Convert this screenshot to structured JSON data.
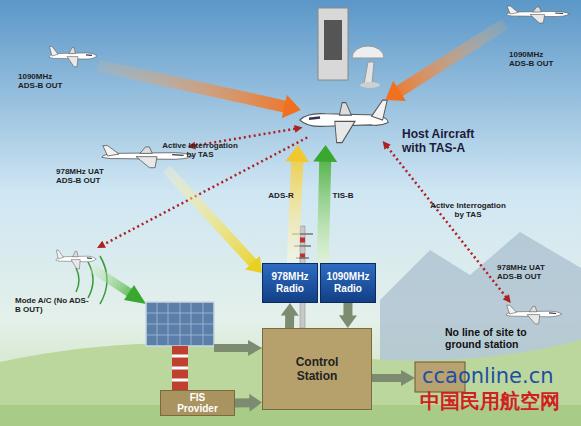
{
  "diagram": {
    "nodes": [
      {
        "text": [
          "1090MHz ADS-B OUT"
        ]
      },
      {
        "text": [
          "1090MHz ADS-B OUT"
        ]
      },
      {
        "text": [
          "Host Aircraft with TAS-A"
        ]
      },
      {
        "text": [
          "978MHz UAT ADS-B OUT"
        ]
      },
      {
        "text": [
          "Mode A/C (No ADS-B OUT)"
        ]
      },
      {
        "text": [
          "978MHz Radio"
        ]
      },
      {
        "text": [
          "1090MHz Radio"
        ]
      },
      {
        "text": [
          "978MHz UAT ADS-B OUT"
        ]
      },
      {
        "text": [
          "Control Station"
        ]
      },
      {
        "text": [
          "FIS Provider"
        ]
      }
    ],
    "edges": [
      {
        "from": 0,
        "to": 2,
        "arrow": "to"
      },
      {
        "from": 1,
        "to": 2,
        "arrow": "to"
      },
      {
        "from": 3,
        "to": 2,
        "arrow": "both",
        "label": "Active Interrogation by TAS"
      },
      {
        "from": 2,
        "to": 4,
        "arrow": "to"
      },
      {
        "from": 7,
        "to": 2,
        "arrow": "both",
        "label": "Active Interrogation by TAS"
      },
      {
        "from": 3,
        "to": 5,
        "arrow": "to"
      },
      {
        "from": 5,
        "to": 2,
        "arrow": "to",
        "label": "ADS-R"
      },
      {
        "from": 6,
        "to": 2,
        "arrow": "to",
        "label": "TIS-B"
      },
      {
        "from": 8,
        "to": 5,
        "arrow": "to"
      },
      {
        "from": 6,
        "to": 8,
        "arrow": "to"
      },
      {
        "from": 9,
        "to": 8,
        "arrow": "to"
      }
    ],
    "labels": [
      "No line of site to ground station",
      "ccaonline.cn",
      "中国民用航空网"
    ]
  }
}
